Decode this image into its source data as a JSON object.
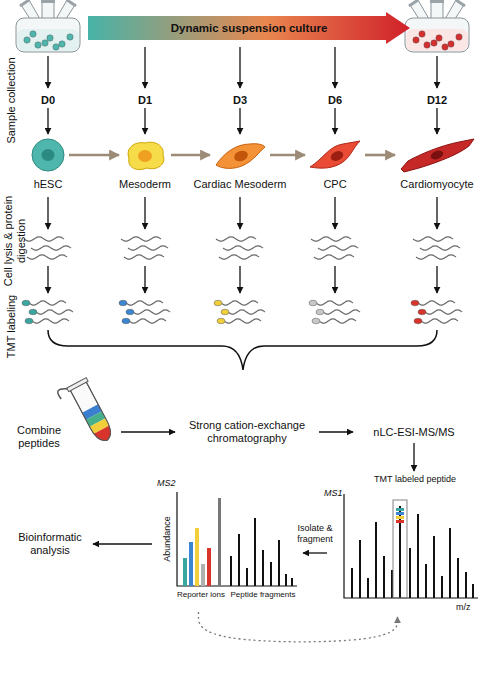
{
  "diagram": {
    "nodes": [
      {
        "text": [
          "Dynamic suspension culture"
        ]
      },
      {
        "text": [
          "hESC"
        ]
      },
      {
        "text": [
          "Mesoderm"
        ]
      },
      {
        "text": [
          "Cardiac Mesoderm"
        ]
      },
      {
        "text": [
          "CPC"
        ]
      },
      {
        "text": [
          "Cardiomyocyte"
        ]
      },
      {
        "text": [
          "Combine peptides"
        ]
      },
      {
        "text": [
          "Strong cation-exchange chromatography"
        ]
      },
      {
        "text": [
          "nLC-ESI-MS/MS"
        ]
      },
      {
        "text": [
          "Bioinformatic analysis"
        ]
      },
      {
        "text": [
          "MS2",
          "Abundance",
          "Reporter ions",
          "Peptide fragments"
        ]
      },
      {
        "text": [
          "MS1",
          "TMT labeled peptide",
          "m/z"
        ]
      }
    ],
    "edges": [
      {
        "from": 1,
        "to": 2,
        "arrow": "to"
      },
      {
        "from": 2,
        "to": 3,
        "arrow": "to"
      },
      {
        "from": 3,
        "to": 4,
        "arrow": "to"
      },
      {
        "from": 4,
        "to": 5,
        "arrow": "to"
      },
      {
        "from": 6,
        "to": 7,
        "arrow": "to"
      },
      {
        "from": 7,
        "to": 8,
        "arrow": "to"
      },
      {
        "from": 8,
        "to": 11,
        "arrow": "to"
      },
      {
        "from": 11,
        "to": 10,
        "label": "Isolate & fragment",
        "arrow": "to"
      },
      {
        "from": 10,
        "to": 11,
        "arrow": "to"
      },
      {
        "from": 10,
        "to": 9,
        "arrow": "to"
      }
    ],
    "labels": [
      "D0",
      "D1",
      "D3",
      "D6",
      "D12",
      "Sample collection",
      "Cell lysis & protein digestion",
      "TMT labeling"
    ]
  }
}
